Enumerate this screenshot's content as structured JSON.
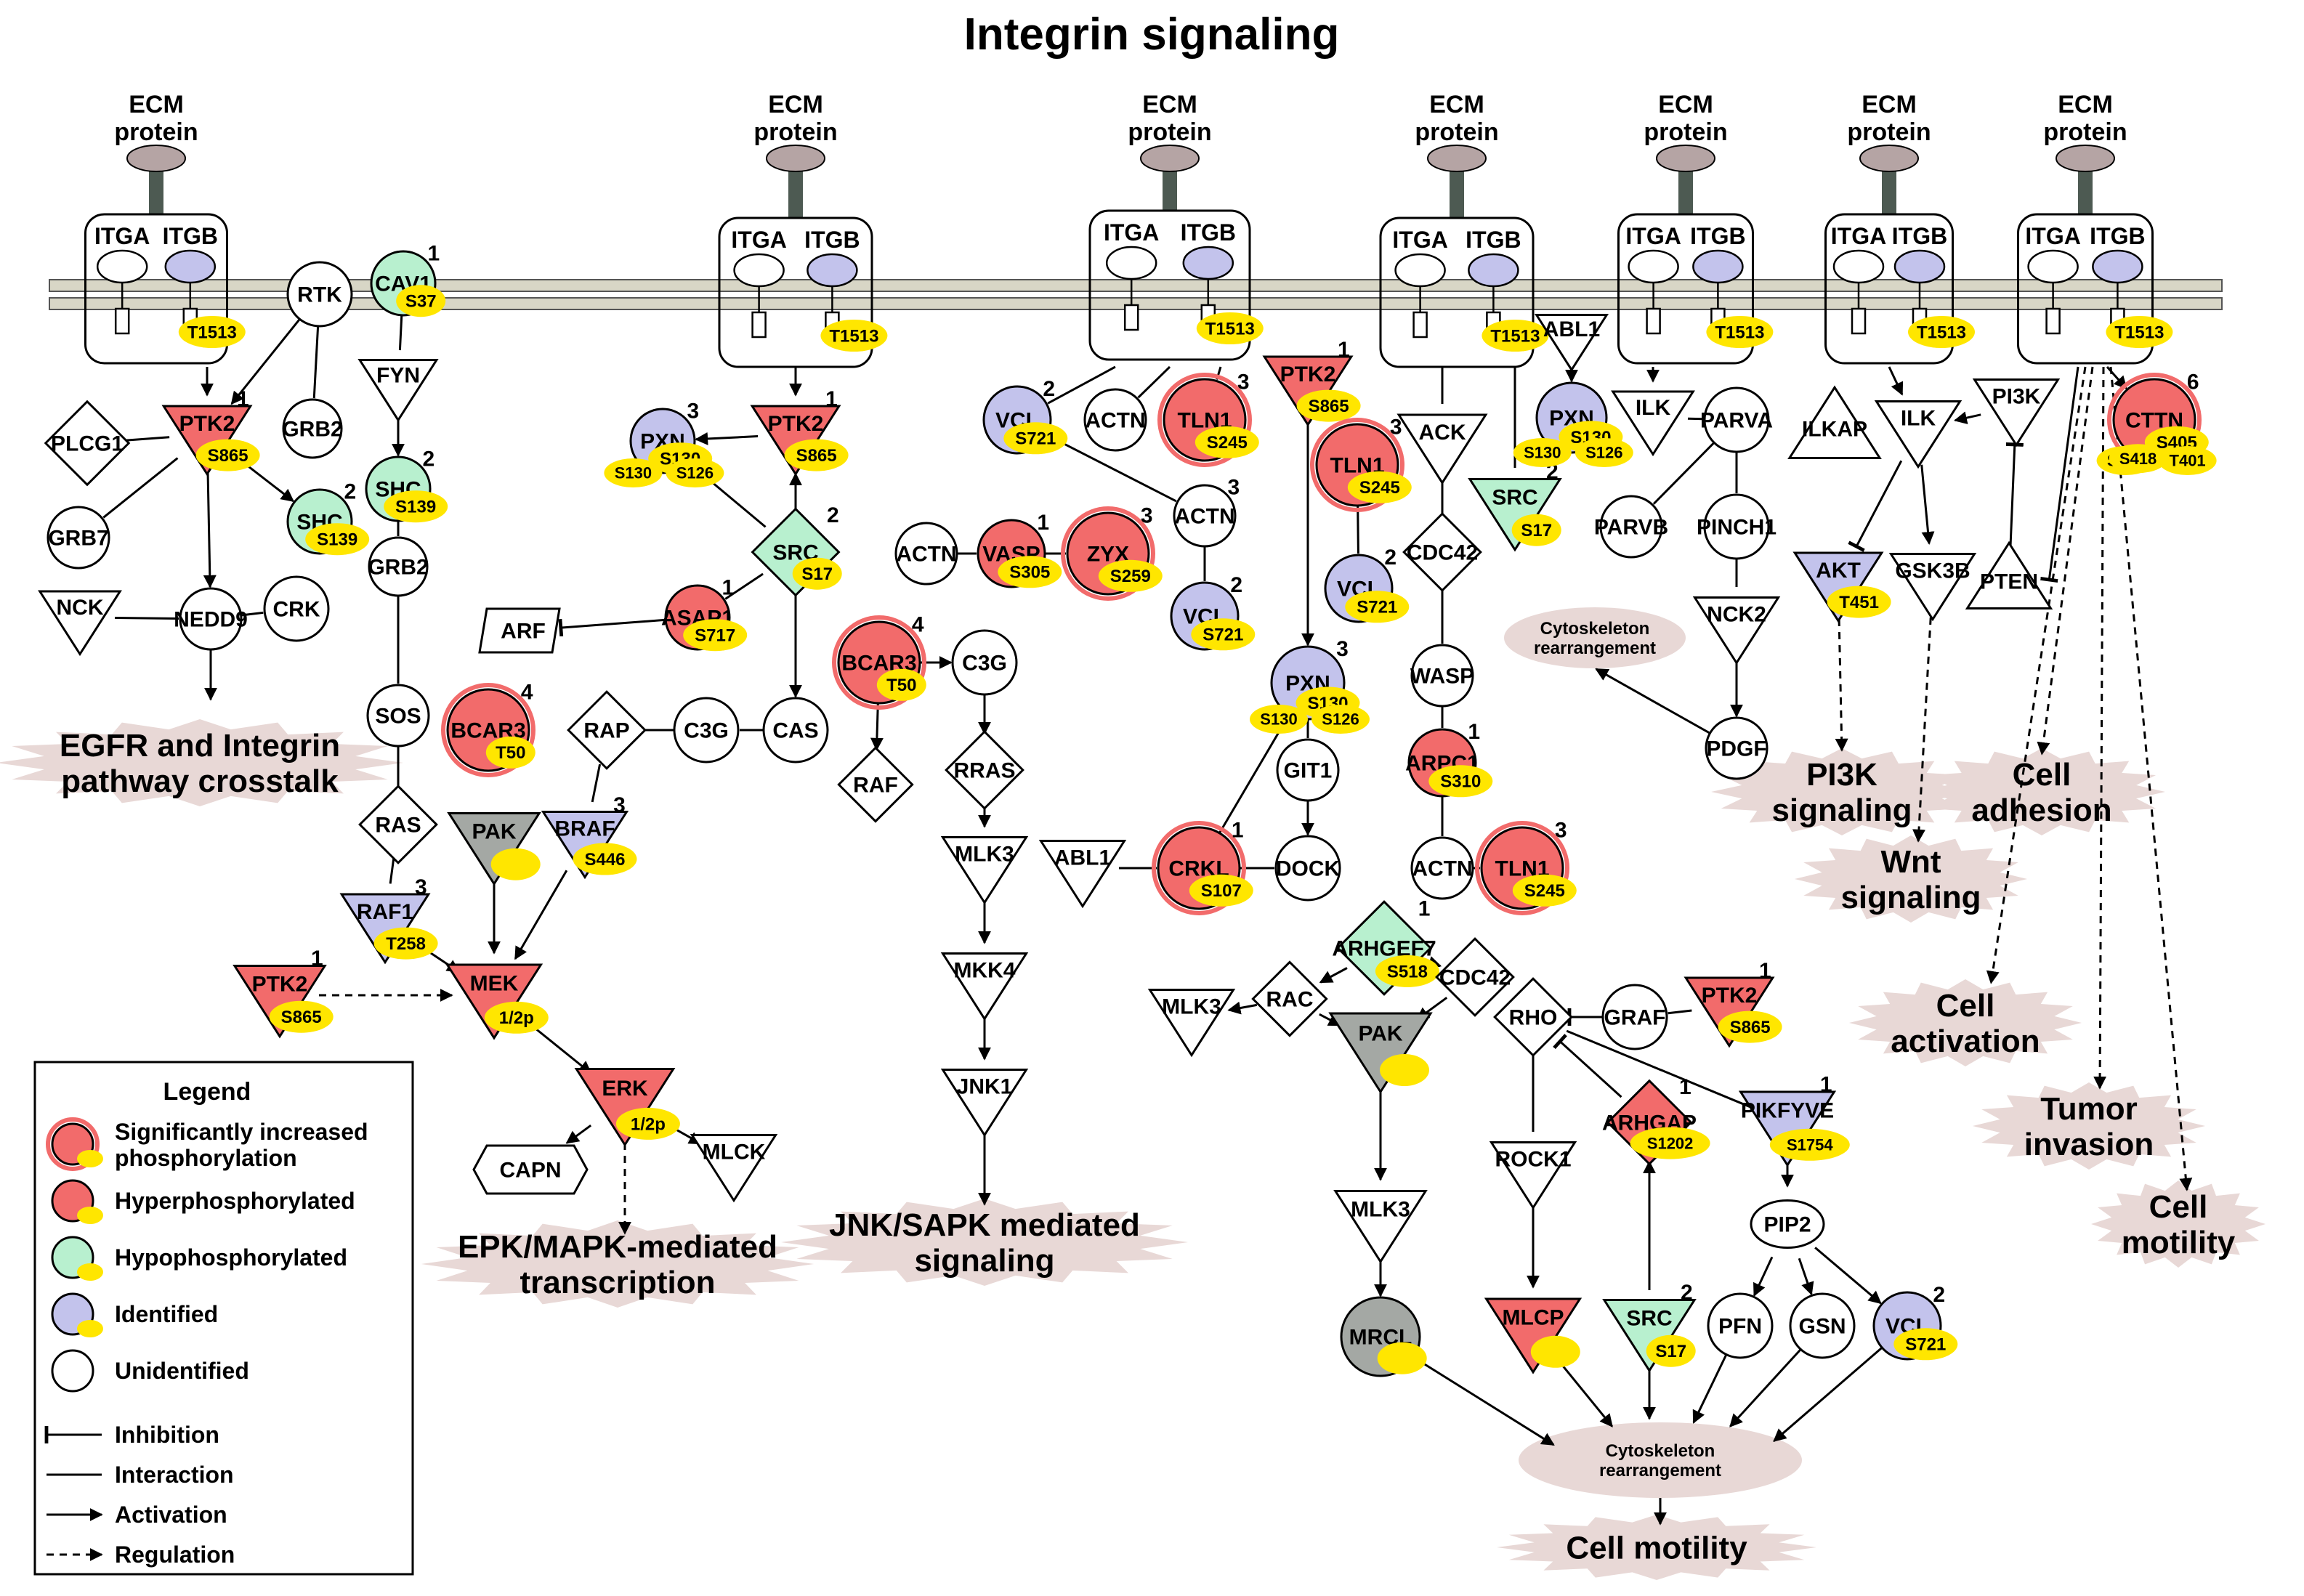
{
  "title": "Integrin signaling",
  "colors": {
    "increased": "#f26b6b",
    "hyper": "#f26b6b",
    "hypo": "#b8f0cf",
    "identified": "#c3c3ec",
    "unidentified": "#ffffff",
    "grey": "#a4a8a4",
    "site": "#ffe600",
    "membrane": "#d8d6c6",
    "cell_label": "#e8d8d6",
    "ecm_head": "#b5a4a4",
    "ecm_stem": "#4d5a52"
  },
  "receptor": {
    "ecm_label": "ECM\nprotein",
    "itga": "ITGA",
    "itgb": "ITGB",
    "site": "T1513"
  },
  "nodes": [
    {
      "id": "RTK",
      "label": "RTK",
      "shape": "circle",
      "state": "unidentified"
    },
    {
      "id": "CAV1",
      "label": "CAV1",
      "shape": "circle",
      "state": "hypo",
      "site": "S37",
      "num": "1"
    },
    {
      "id": "PTK2_a",
      "label": "PTK2",
      "shape": "tri_down",
      "state": "hyper",
      "site": "S865",
      "num": "1"
    },
    {
      "id": "PLCG1",
      "label": "PLCG1",
      "shape": "diamond",
      "state": "unidentified"
    },
    {
      "id": "GRB2_a",
      "label": "GRB2",
      "shape": "circle",
      "state": "unidentified"
    },
    {
      "id": "FYN",
      "label": "FYN",
      "shape": "tri_down",
      "state": "unidentified"
    },
    {
      "id": "SHC_a",
      "label": "SHC",
      "shape": "circle",
      "state": "hypo",
      "site": "S139",
      "num": "2"
    },
    {
      "id": "SHC_b",
      "label": "SHC",
      "shape": "circle",
      "state": "hypo",
      "site": "S139",
      "num": "2"
    },
    {
      "id": "GRB7",
      "label": "GRB7",
      "shape": "circle",
      "state": "unidentified"
    },
    {
      "id": "NCK",
      "label": "NCK",
      "shape": "tri_down",
      "state": "unidentified"
    },
    {
      "id": "NEDD9",
      "label": "NEDD9",
      "shape": "circle",
      "state": "unidentified"
    },
    {
      "id": "CRK",
      "label": "CRK",
      "shape": "circle",
      "state": "unidentified"
    },
    {
      "id": "GRB2_b",
      "label": "GRB2",
      "shape": "circle",
      "state": "unidentified"
    },
    {
      "id": "SOS",
      "label": "SOS",
      "shape": "circle",
      "state": "unidentified"
    },
    {
      "id": "BCAR3_a",
      "label": "BCAR3",
      "shape": "circle",
      "state": "increased",
      "site": "T50",
      "num": "4"
    },
    {
      "id": "RAS",
      "label": "RAS",
      "shape": "diamond",
      "state": "unidentified"
    },
    {
      "id": "PAK_a",
      "label": "PAK",
      "shape": "tri_down",
      "state": "grey",
      "site": ""
    },
    {
      "id": "BRAF",
      "label": "BRAF",
      "shape": "tri_down",
      "state": "identified",
      "site": "S446",
      "num": "3"
    },
    {
      "id": "RAF1",
      "label": "RAF1",
      "shape": "tri_down",
      "state": "identified",
      "site": "T258",
      "num": "3"
    },
    {
      "id": "PTK2_b",
      "label": "PTK2",
      "shape": "tri_down",
      "state": "hyper",
      "site": "S865",
      "num": "1"
    },
    {
      "id": "MEK",
      "label": "MEK",
      "shape": "tri_down",
      "state": "hyper",
      "site": "1/2p"
    },
    {
      "id": "ERK",
      "label": "ERK",
      "shape": "tri_down",
      "state": "hyper",
      "site": "1/2p"
    },
    {
      "id": "CAPN",
      "label": "CAPN",
      "shape": "hex",
      "state": "unidentified"
    },
    {
      "id": "MLCK",
      "label": "MLCK",
      "shape": "tri_down",
      "state": "unidentified"
    },
    {
      "id": "PXN_a",
      "label": "PXN",
      "shape": "circle",
      "state": "identified",
      "site": "S130",
      "site2": "S126",
      "num": "3"
    },
    {
      "id": "PTK2_c",
      "label": "PTK2",
      "shape": "tri_down",
      "state": "hyper",
      "site": "S865",
      "num": "1"
    },
    {
      "id": "SRC_a",
      "label": "SRC",
      "shape": "diamond",
      "state": "hypo",
      "site": "S17",
      "num": "2"
    },
    {
      "id": "ASAP1",
      "label": "ASAP1",
      "shape": "circle",
      "state": "hyper",
      "site": "S717",
      "num": "1"
    },
    {
      "id": "ARF",
      "label": "ARF",
      "shape": "trap",
      "state": "unidentified"
    },
    {
      "id": "RAP",
      "label": "RAP",
      "shape": "diamond",
      "state": "unidentified"
    },
    {
      "id": "C3G_a",
      "label": "C3G",
      "shape": "circle",
      "state": "unidentified"
    },
    {
      "id": "CAS",
      "label": "CAS",
      "shape": "circle",
      "state": "unidentified"
    },
    {
      "id": "ACTN_a",
      "label": "ACTN",
      "shape": "circle",
      "state": "unidentified"
    },
    {
      "id": "VASP",
      "label": "VASP",
      "shape": "circle",
      "state": "hyper",
      "site": "S305",
      "num": "1"
    },
    {
      "id": "ZYX",
      "label": "ZYX",
      "shape": "circle",
      "state": "increased",
      "site": "S259",
      "num": "3"
    },
    {
      "id": "BCAR3_b",
      "label": "BCAR3",
      "shape": "circle",
      "state": "increased",
      "site": "T50",
      "num": "4"
    },
    {
      "id": "C3G_b",
      "label": "C3G",
      "shape": "circle",
      "state": "unidentified"
    },
    {
      "id": "RAF",
      "label": "RAF",
      "shape": "diamond",
      "state": "unidentified"
    },
    {
      "id": "RRAS",
      "label": "RRAS",
      "shape": "diamond",
      "state": "unidentified"
    },
    {
      "id": "MLK3_a",
      "label": "MLK3",
      "shape": "tri_down",
      "state": "unidentified"
    },
    {
      "id": "MKK4",
      "label": "MKK4",
      "shape": "tri_down",
      "state": "unidentified"
    },
    {
      "id": "JNK1",
      "label": "JNK1",
      "shape": "tri_down",
      "state": "unidentified"
    },
    {
      "id": "VCL_a",
      "label": "VCL",
      "shape": "circle",
      "state": "identified",
      "site": "S721",
      "num": "2"
    },
    {
      "id": "ACTN_b",
      "label": "ACTN",
      "shape": "circle",
      "state": "unidentified"
    },
    {
      "id": "TLN1_a",
      "label": "TLN1",
      "shape": "circle",
      "state": "increased",
      "site": "S245",
      "num": "3"
    },
    {
      "id": "ACTN_c",
      "label": "ACTN",
      "shape": "circle",
      "state": "unidentified",
      "num": "3"
    },
    {
      "id": "VCL_b",
      "label": "VCL",
      "shape": "circle",
      "state": "identified",
      "site": "S721",
      "num": "2"
    },
    {
      "id": "ABL1_a",
      "label": "ABL1",
      "shape": "tri_down",
      "state": "unidentified"
    },
    {
      "id": "CRKL",
      "label": "CRKL",
      "shape": "circle",
      "state": "increased",
      "site": "S107",
      "num": "1"
    },
    {
      "id": "PTK2_d",
      "label": "PTK2",
      "shape": "tri_down",
      "state": "hyper",
      "site": "S865",
      "num": "1"
    },
    {
      "id": "TLN1_b",
      "label": "TLN1",
      "shape": "circle",
      "state": "increased",
      "site": "S245",
      "num": "3"
    },
    {
      "id": "PXN_b",
      "label": "PXN",
      "shape": "circle",
      "state": "identified",
      "site": "S130",
      "site2": "S126",
      "num": "3"
    },
    {
      "id": "GIT1",
      "label": "GIT1",
      "shape": "circle",
      "state": "unidentified"
    },
    {
      "id": "DOCK",
      "label": "DOCK",
      "shape": "circle",
      "state": "unidentified"
    },
    {
      "id": "VCL_c",
      "label": "VCL",
      "shape": "circle",
      "state": "identified",
      "site": "S721",
      "num": "2"
    },
    {
      "id": "ACK",
      "label": "ACK",
      "shape": "tri_down",
      "state": "unidentified"
    },
    {
      "id": "CDC42_a",
      "label": "CDC42",
      "shape": "diamond",
      "state": "unidentified"
    },
    {
      "id": "SRC_b",
      "label": "SRC",
      "shape": "tri_down",
      "state": "hypo",
      "site": "S17",
      "num": "2"
    },
    {
      "id": "WASP",
      "label": "WASP",
      "shape": "circle",
      "state": "unidentified"
    },
    {
      "id": "ARPC1",
      "label": "ARPC1",
      "shape": "circle",
      "state": "hyper",
      "site": "S310",
      "num": "1"
    },
    {
      "id": "ACTN_d",
      "label": "ACTN",
      "shape": "circle",
      "state": "unidentified"
    },
    {
      "id": "TLN1_c",
      "label": "TLN1",
      "shape": "circle",
      "state": "increased",
      "site": "S245",
      "num": "3"
    },
    {
      "id": "ARHGEF7",
      "label": "ARHGEF7",
      "shape": "diamond",
      "state": "hypo",
      "site": "S518",
      "num": "1"
    },
    {
      "id": "RAC",
      "label": "RAC",
      "shape": "diamond",
      "state": "unidentified"
    },
    {
      "id": "MLK3_b",
      "label": "MLK3",
      "shape": "tri_down",
      "state": "unidentified"
    },
    {
      "id": "CDC42_b",
      "label": "CDC42",
      "shape": "diamond",
      "state": "unidentified"
    },
    {
      "id": "PAK_b",
      "label": "PAK",
      "shape": "tri_down",
      "state": "grey",
      "site": ""
    },
    {
      "id": "MLK3_c",
      "label": "MLK3",
      "shape": "tri_down",
      "state": "unidentified"
    },
    {
      "id": "MRCL",
      "label": "MRCL",
      "shape": "circle",
      "state": "grey",
      "site": ""
    },
    {
      "id": "ABL1_b",
      "label": "ABL1",
      "shape": "tri_down",
      "state": "unidentified"
    },
    {
      "id": "PXN_c",
      "label": "PXN",
      "shape": "circle",
      "state": "identified",
      "site": "S130",
      "site2": "S126"
    },
    {
      "id": "ILK_a",
      "label": "ILK",
      "shape": "tri_down",
      "state": "unidentified"
    },
    {
      "id": "PARVA",
      "label": "PARVA",
      "shape": "circle",
      "state": "unidentified"
    },
    {
      "id": "ILKAP",
      "label": "ILKAP",
      "shape": "tri_up",
      "state": "unidentified"
    },
    {
      "id": "PARVB",
      "label": "PARVB",
      "shape": "circle",
      "state": "unidentified"
    },
    {
      "id": "PINCH1",
      "label": "PINCH1",
      "shape": "circle",
      "state": "unidentified"
    },
    {
      "id": "NCK2",
      "label": "NCK2",
      "shape": "tri_down",
      "state": "unidentified"
    },
    {
      "id": "PDGF",
      "label": "PDGF",
      "shape": "circle",
      "state": "unidentified"
    },
    {
      "id": "ILK_b",
      "label": "ILK",
      "shape": "tri_down",
      "state": "unidentified"
    },
    {
      "id": "PI3K",
      "label": "PI3K",
      "shape": "tri_down",
      "state": "unidentified"
    },
    {
      "id": "AKT",
      "label": "AKT",
      "shape": "tri_down",
      "state": "identified",
      "site": "T451"
    },
    {
      "id": "GSK3B",
      "label": "GSK3B",
      "shape": "tri_down",
      "state": "unidentified"
    },
    {
      "id": "PTEN",
      "label": "PTEN",
      "shape": "tri_up",
      "state": "unidentified"
    },
    {
      "id": "CTTN",
      "label": "CTTN",
      "shape": "circle",
      "state": "increased",
      "site": "S405",
      "site2": "T401",
      "site3": "S418",
      "num": "6"
    },
    {
      "id": "RHO",
      "label": "RHO",
      "shape": "diamond",
      "state": "unidentified"
    },
    {
      "id": "GRAF",
      "label": "GRAF",
      "shape": "circle",
      "state": "unidentified"
    },
    {
      "id": "PTK2_e",
      "label": "PTK2",
      "shape": "tri_down",
      "state": "hyper",
      "site": "S865",
      "num": "1"
    },
    {
      "id": "ARHGAP",
      "label": "ARHGAP",
      "shape": "diamond",
      "state": "hyper",
      "site": "S1202",
      "num": "1"
    },
    {
      "id": "PIKFYVE",
      "label": "PIKFYVE",
      "shape": "tri_down",
      "state": "identified",
      "site": "S1754",
      "num": "1"
    },
    {
      "id": "ROCK1",
      "label": "ROCK1",
      "shape": "tri_down",
      "state": "unidentified"
    },
    {
      "id": "PIP2",
      "label": "PIP2",
      "shape": "oval",
      "state": "unidentified"
    },
    {
      "id": "MLCP",
      "label": "MLCP",
      "shape": "tri_down",
      "state": "hyper",
      "site": ""
    },
    {
      "id": "SRC_c",
      "label": "SRC",
      "shape": "tri_down",
      "state": "hypo",
      "site": "S17",
      "num": "2"
    },
    {
      "id": "PFN",
      "label": "PFN",
      "shape": "circle",
      "state": "unidentified"
    },
    {
      "id": "GSN",
      "label": "GSN",
      "shape": "circle",
      "state": "unidentified"
    },
    {
      "id": "VCL_d",
      "label": "VCL",
      "shape": "circle",
      "state": "identified",
      "site": "S721",
      "num": "2"
    }
  ],
  "cyto_label": "Cytoskeleton\nrearrangement",
  "outcomes": [
    {
      "id": "egfr",
      "text": "EGFR and Integrin\npathway crosstalk"
    },
    {
      "id": "epk",
      "text": "EPK/MAPK-mediated\ntranscription"
    },
    {
      "id": "jnk",
      "text": "JNK/SAPK mediated\nsignaling"
    },
    {
      "id": "pi3k",
      "text": "PI3K\nsignaling"
    },
    {
      "id": "adh",
      "text": "Cell\nadhesion"
    },
    {
      "id": "wnt",
      "text": "Wnt\nsignaling"
    },
    {
      "id": "act",
      "text": "Cell\nactivation"
    },
    {
      "id": "tum",
      "text": "Tumor\ninvasion"
    },
    {
      "id": "mot1",
      "text": "Cell\nmotility"
    },
    {
      "id": "mot2",
      "text": "Cell motility"
    }
  ],
  "legend": {
    "title": "Legend",
    "items": [
      {
        "label": "Significantly increased\nphosphorylation",
        "state": "increased"
      },
      {
        "label": "Hyperphosphorylated",
        "state": "hyper"
      },
      {
        "label": "Hypophosphorylated",
        "state": "hypo"
      },
      {
        "label": "Identified",
        "state": "identified"
      },
      {
        "label": "Unidentified",
        "state": "unidentified"
      },
      {
        "label": "Inhibition",
        "line": "inhibit"
      },
      {
        "label": "Interaction",
        "line": "interact"
      },
      {
        "label": "Activation",
        "line": "activate"
      },
      {
        "label": "Regulation",
        "line": "regulate"
      }
    ]
  }
}
